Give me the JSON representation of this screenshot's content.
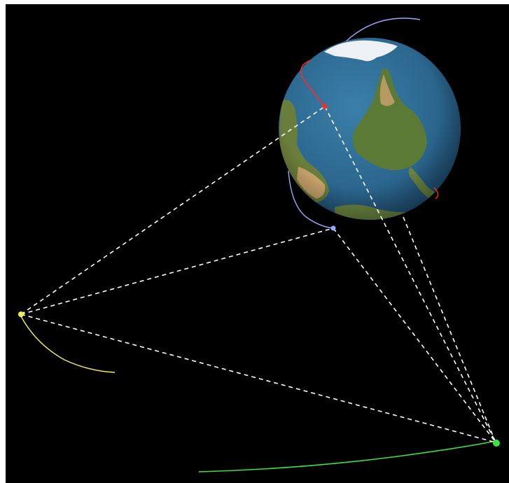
{
  "scene": {
    "background": "#000000",
    "globe": {
      "ocean": "#2e6a93",
      "land": "#5f7a3c",
      "desert": "#c4a06a",
      "ice": "#f2f4f6"
    },
    "satellites": [
      {
        "name": "red-satellite",
        "color": "#ff2a1f",
        "orbit_color": "#ff2a1f"
      },
      {
        "name": "blue-satellite",
        "color": "#9ea6ff",
        "orbit_color": "#9ea6ff"
      },
      {
        "name": "yellow-satellite",
        "color": "#f4f04a",
        "orbit_color": "#f4f04a"
      },
      {
        "name": "green-satellite",
        "color": "#39e43e",
        "orbit_color": "#39e43e"
      }
    ],
    "links_color": "#ffffff"
  }
}
